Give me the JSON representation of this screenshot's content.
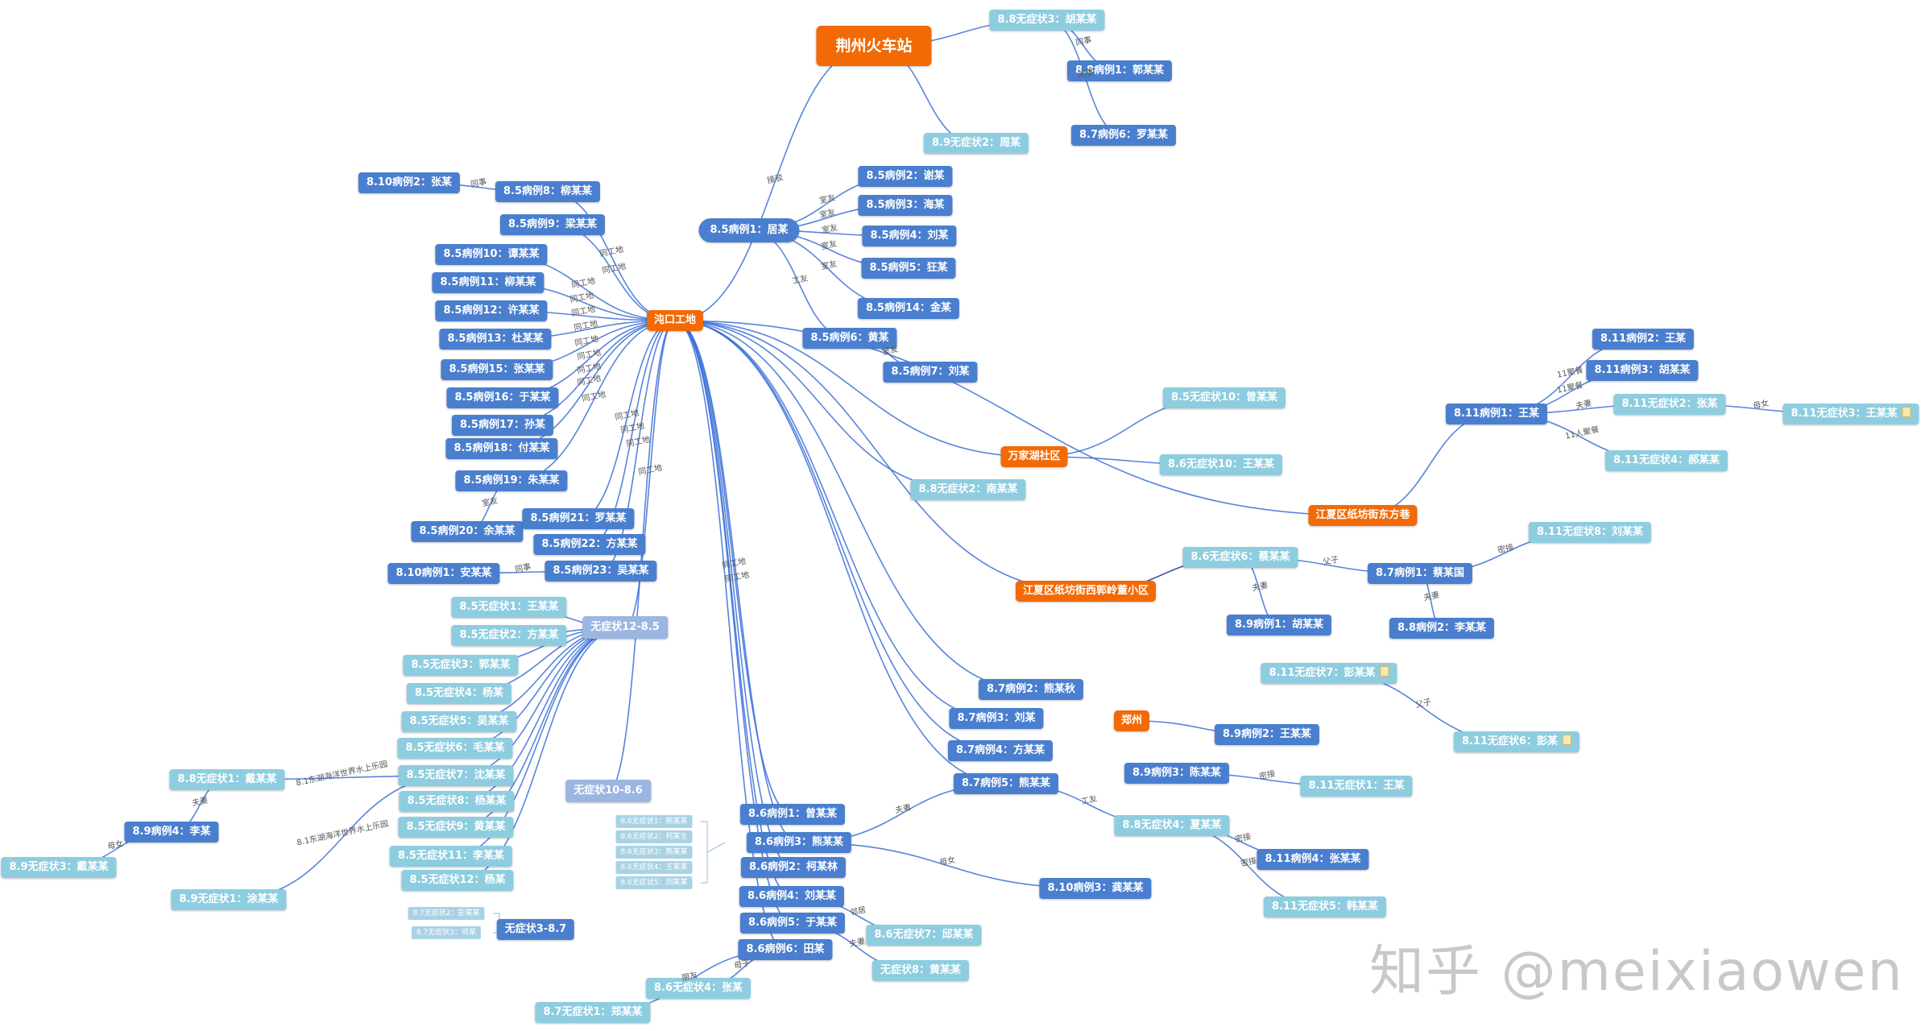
{
  "nodes": [
    {
      "id": "jz",
      "label": "荆州火车站",
      "style": "hub big"
    },
    {
      "id": "hk",
      "label": "沌口工地",
      "style": "hub med"
    },
    {
      "id": "wj",
      "label": "万家湖社区",
      "style": "hub med"
    },
    {
      "id": "jxd",
      "label": "江夏区纸坊街东方巷",
      "style": "hub med"
    },
    {
      "id": "jxg",
      "label": "江夏区纸坊街西郭岭董小区",
      "style": "hub med"
    },
    {
      "id": "zz",
      "label": "郑州",
      "style": "hub med"
    },
    {
      "id": "w88_3",
      "label": "8.8无症状3：胡某某",
      "style": "light"
    },
    {
      "id": "b88_1",
      "label": "8.8病例1：郭某某",
      "style": "dark"
    },
    {
      "id": "b87_6",
      "label": "8.7病例6：罗某某",
      "style": "dark"
    },
    {
      "id": "w89_2",
      "label": "8.9无症状2：周某",
      "style": "light"
    },
    {
      "id": "b85_1",
      "label": "8.5病例1：居某",
      "style": "oval"
    },
    {
      "id": "b85_2",
      "label": "8.5病例2：谢某",
      "style": "dark"
    },
    {
      "id": "b85_3",
      "label": "8.5病例3：海某",
      "style": "dark"
    },
    {
      "id": "b85_4",
      "label": "8.5病例4：刘某",
      "style": "dark"
    },
    {
      "id": "b85_5",
      "label": "8.5病例5：狂某",
      "style": "dark"
    },
    {
      "id": "b85_14",
      "label": "8.5病例14：金某",
      "style": "dark"
    },
    {
      "id": "b85_6",
      "label": "8.5病例6：黄某",
      "style": "dark"
    },
    {
      "id": "b85_7",
      "label": "8.5病例7：刘某",
      "style": "dark"
    },
    {
      "id": "b810_2",
      "label": "8.10病例2：张某",
      "style": "dark"
    },
    {
      "id": "b85_8",
      "label": "8.5病例8：柳某某",
      "style": "dark"
    },
    {
      "id": "b85_9",
      "label": "8.5病例9：梁某某",
      "style": "dark"
    },
    {
      "id": "b85_10",
      "label": "8.5病例10：谭某某",
      "style": "dark"
    },
    {
      "id": "b85_11",
      "label": "8.5病例11：柳某某",
      "style": "dark"
    },
    {
      "id": "b85_12",
      "label": "8.5病例12：许某某",
      "style": "dark"
    },
    {
      "id": "b85_13",
      "label": "8.5病例13：杜某某",
      "style": "dark"
    },
    {
      "id": "b85_15",
      "label": "8.5病例15：张某某",
      "style": "dark"
    },
    {
      "id": "b85_16",
      "label": "8.5病例16：于某某",
      "style": "dark"
    },
    {
      "id": "b85_17",
      "label": "8.5病例17：孙某",
      "style": "dark"
    },
    {
      "id": "b85_18",
      "label": "8.5病例18：付某某",
      "style": "dark"
    },
    {
      "id": "b85_19",
      "label": "8.5病例19：朱某某",
      "style": "dark"
    },
    {
      "id": "b85_20",
      "label": "8.5病例20：余某某",
      "style": "dark"
    },
    {
      "id": "b85_21",
      "label": "8.5病例21：罗某某",
      "style": "dark"
    },
    {
      "id": "b85_22",
      "label": "8.5病例22：方某某",
      "style": "dark"
    },
    {
      "id": "b85_23",
      "label": "8.5病例23：吴某某",
      "style": "dark"
    },
    {
      "id": "b810_1",
      "label": "8.10病例1：安某某",
      "style": "dark"
    },
    {
      "id": "w85_10",
      "label": "8.5无症状10：曾某某",
      "style": "light"
    },
    {
      "id": "w86_10",
      "label": "8.6无症状10：王某某",
      "style": "light"
    },
    {
      "id": "w88_2",
      "label": "8.8无症状2：南某某",
      "style": "light"
    },
    {
      "id": "g12",
      "label": "无症状12-8.5",
      "style": "group"
    },
    {
      "id": "w85_1",
      "label": "8.5无症状1：王某某",
      "style": "light"
    },
    {
      "id": "w85_2",
      "label": "8.5无症状2：方某某",
      "style": "light"
    },
    {
      "id": "w85_3",
      "label": "8.5无症状3：郭某某",
      "style": "light"
    },
    {
      "id": "w85_4",
      "label": "8.5无症状4：杨某",
      "style": "light"
    },
    {
      "id": "w85_5",
      "label": "8.5无症状5：吴某某",
      "style": "light"
    },
    {
      "id": "w85_6",
      "label": "8.5无症状6：毛某某",
      "style": "light"
    },
    {
      "id": "w85_7",
      "label": "8.5无症状7：沈某某",
      "style": "light"
    },
    {
      "id": "w85_8",
      "label": "8.5无症状8：杨某某",
      "style": "light"
    },
    {
      "id": "w85_9",
      "label": "8.5无症状9：黄某某",
      "style": "light"
    },
    {
      "id": "w85_11",
      "label": "8.5无症状11：李某某",
      "style": "light"
    },
    {
      "id": "w85_12",
      "label": "8.5无症状12：杨某",
      "style": "light"
    },
    {
      "id": "w88_1",
      "label": "8.8无症状1：戴某某",
      "style": "light"
    },
    {
      "id": "b89_4",
      "label": "8.9病例4：李某",
      "style": "dark"
    },
    {
      "id": "w89_3",
      "label": "8.9无症状3：戴某某",
      "style": "light"
    },
    {
      "id": "w89_1",
      "label": "8.9无症状1：涂某某",
      "style": "light"
    },
    {
      "id": "g10",
      "label": "无症状10-8.6",
      "style": "group"
    },
    {
      "id": "g3",
      "label": "无症状3-8.7",
      "style": "dark"
    },
    {
      "id": "b86_1",
      "label": "8.6病例1：曾某某",
      "style": "dark"
    },
    {
      "id": "b86_3",
      "label": "8.6病例3：熊某某",
      "style": "dark"
    },
    {
      "id": "b86_2",
      "label": "8.6病例2：柯某林",
      "style": "dark"
    },
    {
      "id": "b86_4",
      "label": "8.6病例4：刘某某",
      "style": "dark"
    },
    {
      "id": "b86_5",
      "label": "8.6病例5：于某某",
      "style": "dark"
    },
    {
      "id": "b86_6",
      "label": "8.6病例6：田某",
      "style": "dark"
    },
    {
      "id": "w86_7",
      "label": "8.6无症状7：邱某某",
      "style": "light"
    },
    {
      "id": "w88_x",
      "label": "无症状8：黄某某",
      "style": "light"
    },
    {
      "id": "w86_4",
      "label": "8.6无症状4：张某",
      "style": "light"
    },
    {
      "id": "w87_1",
      "label": "8.7无症状1：郑某某",
      "style": "light"
    },
    {
      "id": "b87_2",
      "label": "8.7病例2：熊某秋",
      "style": "dark"
    },
    {
      "id": "b87_3",
      "label": "8.7病例3：刘某",
      "style": "dark"
    },
    {
      "id": "b87_4",
      "label": "8.7病例4：方某某",
      "style": "dark"
    },
    {
      "id": "b87_5",
      "label": "8.7病例5：熊某某",
      "style": "dark"
    },
    {
      "id": "b810_3",
      "label": "8.10病例3：龚某某",
      "style": "dark"
    },
    {
      "id": "w88_4",
      "label": "8.8无症状4：夏某某",
      "style": "light"
    },
    {
      "id": "b811_4",
      "label": "8.11病例4：张某某",
      "style": "dark"
    },
    {
      "id": "w811_5",
      "label": "8.11无症状5：韩某某",
      "style": "light"
    },
    {
      "id": "b89_3",
      "label": "8.9病例3：陈某某",
      "style": "dark"
    },
    {
      "id": "w811_1",
      "label": "8.11无症状1：王某",
      "style": "light"
    },
    {
      "id": "b89_2",
      "label": "8.9病例2：王某某",
      "style": "dark"
    },
    {
      "id": "w86_6",
      "label": "8.6无症状6：蔡某某",
      "style": "light"
    },
    {
      "id": "b89_1",
      "label": "8.9病例1：胡某某",
      "style": "dark"
    },
    {
      "id": "b87_1",
      "label": "8.7病例1：蔡某国",
      "style": "dark"
    },
    {
      "id": "b88_2",
      "label": "8.8病例2：李某某",
      "style": "dark"
    },
    {
      "id": "w811_8",
      "label": "8.11无症状8：刘某某",
      "style": "light"
    },
    {
      "id": "w811_7",
      "label": "8.11无症状7：彭某某",
      "style": "light",
      "doc": true
    },
    {
      "id": "w811_6",
      "label": "8.11无症状6：彭某",
      "style": "light",
      "doc": true
    },
    {
      "id": "b811_1",
      "label": "8.11病例1：王某",
      "style": "dark"
    },
    {
      "id": "b811_2",
      "label": "8.11病例2：王某",
      "style": "dark"
    },
    {
      "id": "b811_3",
      "label": "8.11病例3：胡某某",
      "style": "dark"
    },
    {
      "id": "w811_2",
      "label": "8.11无症状2：张某",
      "style": "light"
    },
    {
      "id": "w811_3",
      "label": "8.11无症状3：王某某",
      "style": "light",
      "doc": true
    },
    {
      "id": "w811_4",
      "label": "8.11无症状4：郝某某",
      "style": "light"
    },
    {
      "id": "t86_1",
      "label": "8.6无症状1：熊某某",
      "style": "tiny"
    },
    {
      "id": "t86_2",
      "label": "8.6无症状2：柯某生",
      "style": "tiny"
    },
    {
      "id": "t86_3",
      "label": "8.6无症状3：熊某某",
      "style": "tiny"
    },
    {
      "id": "t86_4",
      "label": "8.6无症状4：王某某",
      "style": "tiny"
    },
    {
      "id": "t86_5",
      "label": "8.6无症状5：刘某某",
      "style": "tiny"
    },
    {
      "id": "t87_2",
      "label": "8.7无症状2：彭某某",
      "style": "tiny"
    },
    {
      "id": "t87_3",
      "label": "8.7无症状3：邓某",
      "style": "tiny"
    }
  ],
  "edges": [
    {
      "from": "jz",
      "to": "w88_3",
      "label": ""
    },
    {
      "from": "w88_3",
      "to": "b88_1",
      "label": "同事"
    },
    {
      "from": "w88_3",
      "to": "b87_6",
      "label": "同事"
    },
    {
      "from": "jz",
      "to": "w89_2",
      "label": ""
    },
    {
      "from": "jz",
      "to": "hk",
      "label": "接驳"
    },
    {
      "from": "b85_1",
      "to": "b85_2",
      "label": "室友"
    },
    {
      "from": "b85_1",
      "to": "b85_3",
      "label": "室友"
    },
    {
      "from": "b85_1",
      "to": "b85_4",
      "label": "室友"
    },
    {
      "from": "b85_1",
      "to": "b85_5",
      "label": "室友"
    },
    {
      "from": "b85_1",
      "to": "b85_14",
      "label": "室友"
    },
    {
      "from": "b85_1",
      "to": "b85_6",
      "label": "工友"
    },
    {
      "from": "b85_6",
      "to": "b85_7",
      "label": "室友"
    },
    {
      "from": "hk",
      "to": "b85_8",
      "label": "同工地"
    },
    {
      "from": "b85_8",
      "to": "b810_2",
      "label": "同事"
    },
    {
      "from": "hk",
      "to": "b85_9",
      "label": "同工地"
    },
    {
      "from": "hk",
      "to": "b85_10",
      "label": "同工地"
    },
    {
      "from": "hk",
      "to": "b85_11",
      "label": "同工地"
    },
    {
      "from": "hk",
      "to": "b85_12",
      "label": "同工地"
    },
    {
      "from": "hk",
      "to": "b85_13",
      "label": "同工地"
    },
    {
      "from": "hk",
      "to": "b85_15",
      "label": "同工地"
    },
    {
      "from": "hk",
      "to": "b85_16",
      "label": "同工地"
    },
    {
      "from": "hk",
      "to": "b85_17",
      "label": "同工地"
    },
    {
      "from": "hk",
      "to": "b85_18",
      "label": "同工地"
    },
    {
      "from": "hk",
      "to": "b85_19",
      "label": "同工地"
    },
    {
      "from": "b85_19",
      "to": "b85_20",
      "label": "室友"
    },
    {
      "from": "hk",
      "to": "b85_21",
      "label": "同工地"
    },
    {
      "from": "hk",
      "to": "b85_22",
      "label": "同工地"
    },
    {
      "from": "hk",
      "to": "b85_23",
      "label": "同工地"
    },
    {
      "from": "b85_23",
      "to": "b810_1",
      "label": "同事"
    },
    {
      "from": "hk",
      "to": "g12",
      "label": "同工地"
    },
    {
      "from": "hk",
      "to": "g10",
      "label": ""
    },
    {
      "from": "hk",
      "to": "wj",
      "label": ""
    },
    {
      "from": "wj",
      "to": "w85_10",
      "label": ""
    },
    {
      "from": "wj",
      "to": "w86_10",
      "label": ""
    },
    {
      "from": "hk",
      "to": "w88_2",
      "label": ""
    },
    {
      "from": "hk",
      "to": "jxd",
      "label": ""
    },
    {
      "from": "hk",
      "to": "jxg",
      "label": ""
    },
    {
      "from": "hk",
      "to": "b87_2",
      "label": ""
    },
    {
      "from": "hk",
      "to": "b87_3",
      "label": ""
    },
    {
      "from": "hk",
      "to": "b87_4",
      "label": ""
    },
    {
      "from": "hk",
      "to": "b87_5",
      "label": ""
    },
    {
      "from": "hk",
      "to": "b86_1",
      "label": "同工地"
    },
    {
      "from": "hk",
      "to": "b86_3",
      "label": "同工地"
    },
    {
      "from": "hk",
      "to": "b86_2",
      "label": ""
    },
    {
      "from": "hk",
      "to": "b86_4",
      "label": ""
    },
    {
      "from": "hk",
      "to": "b86_5",
      "label": ""
    },
    {
      "from": "hk",
      "to": "b86_6",
      "label": ""
    },
    {
      "from": "g12",
      "to": "w85_1",
      "label": ""
    },
    {
      "from": "g12",
      "to": "w85_2",
      "label": ""
    },
    {
      "from": "g12",
      "to": "w85_3",
      "label": ""
    },
    {
      "from": "g12",
      "to": "w85_4",
      "label": ""
    },
    {
      "from": "g12",
      "to": "w85_5",
      "label": ""
    },
    {
      "from": "g12",
      "to": "w85_6",
      "label": ""
    },
    {
      "from": "g12",
      "to": "w85_7",
      "label": ""
    },
    {
      "from": "g12",
      "to": "w85_8",
      "label": ""
    },
    {
      "from": "g12",
      "to": "w85_9",
      "label": ""
    },
    {
      "from": "g12",
      "to": "w85_11",
      "label": ""
    },
    {
      "from": "g12",
      "to": "w85_12",
      "label": ""
    },
    {
      "from": "w85_7",
      "to": "w88_1",
      "label": "8.1东湖海洋世界水上乐园"
    },
    {
      "from": "w85_7",
      "to": "w89_1",
      "label": "8.1东湖海洋世界水上乐园"
    },
    {
      "from": "w88_1",
      "to": "b89_4",
      "label": "夫妻"
    },
    {
      "from": "b89_4",
      "to": "w89_3",
      "label": "母女"
    },
    {
      "from": "b86_3",
      "to": "b810_3",
      "label": "母女"
    },
    {
      "from": "b86_3",
      "to": "b87_5",
      "label": "夫妻"
    },
    {
      "from": "b86_4",
      "to": "w86_7",
      "label": "邻居"
    },
    {
      "from": "b86_5",
      "to": "w88_x",
      "label": "夫妻"
    },
    {
      "from": "b86_6",
      "to": "w86_4",
      "label": "母子"
    },
    {
      "from": "b86_6",
      "to": "w87_1",
      "label": "朋友"
    },
    {
      "from": "b87_5",
      "to": "w88_4",
      "label": "工友"
    },
    {
      "from": "w88_4",
      "to": "b811_4",
      "label": "密接"
    },
    {
      "from": "w88_4",
      "to": "w811_5",
      "label": "密接"
    },
    {
      "from": "b89_3",
      "to": "w811_1",
      "label": "密接"
    },
    {
      "from": "zz",
      "to": "b89_2",
      "label": ""
    },
    {
      "from": "jxg",
      "to": "w86_6",
      "label": ""
    },
    {
      "from": "w86_6",
      "to": "b89_1",
      "label": "夫妻"
    },
    {
      "from": "w86_6",
      "to": "b87_1",
      "label": "父子"
    },
    {
      "from": "b87_1",
      "to": "b88_2",
      "label": "夫妻"
    },
    {
      "from": "b87_1",
      "to": "w811_8",
      "label": "密接"
    },
    {
      "from": "w811_7",
      "to": "w811_6",
      "label": "父子"
    },
    {
      "from": "jxd",
      "to": "b811_1",
      "label": ""
    },
    {
      "from": "b811_1",
      "to": "b811_2",
      "label": "11聚餐"
    },
    {
      "from": "b811_1",
      "to": "b811_3",
      "label": "11聚餐"
    },
    {
      "from": "b811_1",
      "to": "w811_2",
      "label": "夫妻"
    },
    {
      "from": "b811_1",
      "to": "w811_4",
      "label": "11人聚餐"
    },
    {
      "from": "w811_2",
      "to": "w811_3",
      "label": "母女"
    }
  ],
  "watermark": "知乎 @meixiaowen",
  "colors": {
    "hub": "#f26a06",
    "case": "#4a7fcf",
    "asym": "#8ecde0",
    "edge": "#3a6fd8"
  }
}
